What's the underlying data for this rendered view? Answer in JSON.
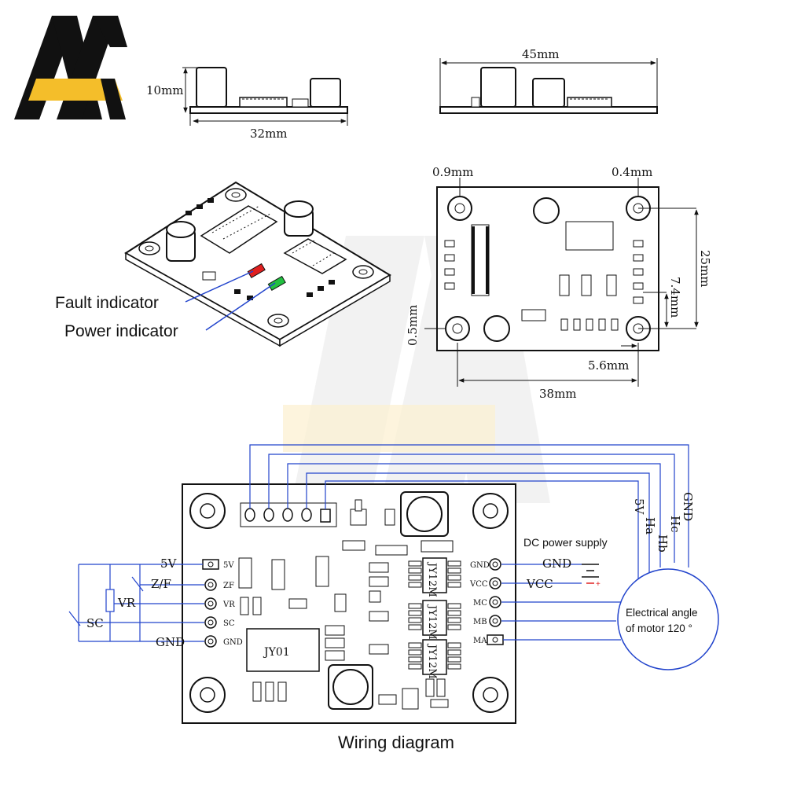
{
  "logo": {
    "colors": {
      "dark": "#111111",
      "accent": "#F4BE2A"
    }
  },
  "dimensions": {
    "height": "10mm",
    "length": "32mm",
    "width": "45mm",
    "hole_left": "0.9mm",
    "hole_right": "0.4mm",
    "board_h": "25mm",
    "pin_offset": "7.4mm",
    "edge_offset": "0.5mm",
    "pin_x": "5.6mm",
    "board_w": "38mm"
  },
  "indicators": {
    "fault": "Fault indicator",
    "power": "Power indicator",
    "colors": {
      "fault": "#E02020",
      "power": "#22C040"
    }
  },
  "chips": {
    "driver": "JY12M",
    "controller": "JY01"
  },
  "left_pins": {
    "labels": [
      "5V",
      "ZF",
      "VR",
      "SC",
      "GND"
    ],
    "wires": {
      "v5": "5V",
      "zf": "Z/F",
      "vr": "VR",
      "sc": "SC",
      "gnd": "GND"
    }
  },
  "right_pins": {
    "labels": [
      "GND",
      "VCC",
      "MC",
      "MB",
      "MA"
    ],
    "wires": {
      "gnd": "GND",
      "vcc": "VCC"
    }
  },
  "hall_wires": [
    "5V",
    "Ha",
    "Hb",
    "Hc",
    "GND"
  ],
  "power_label": "DC power supply",
  "motor_label": [
    "Electrical angle",
    "of motor 120 °"
  ],
  "caption": "Wiring diagram"
}
